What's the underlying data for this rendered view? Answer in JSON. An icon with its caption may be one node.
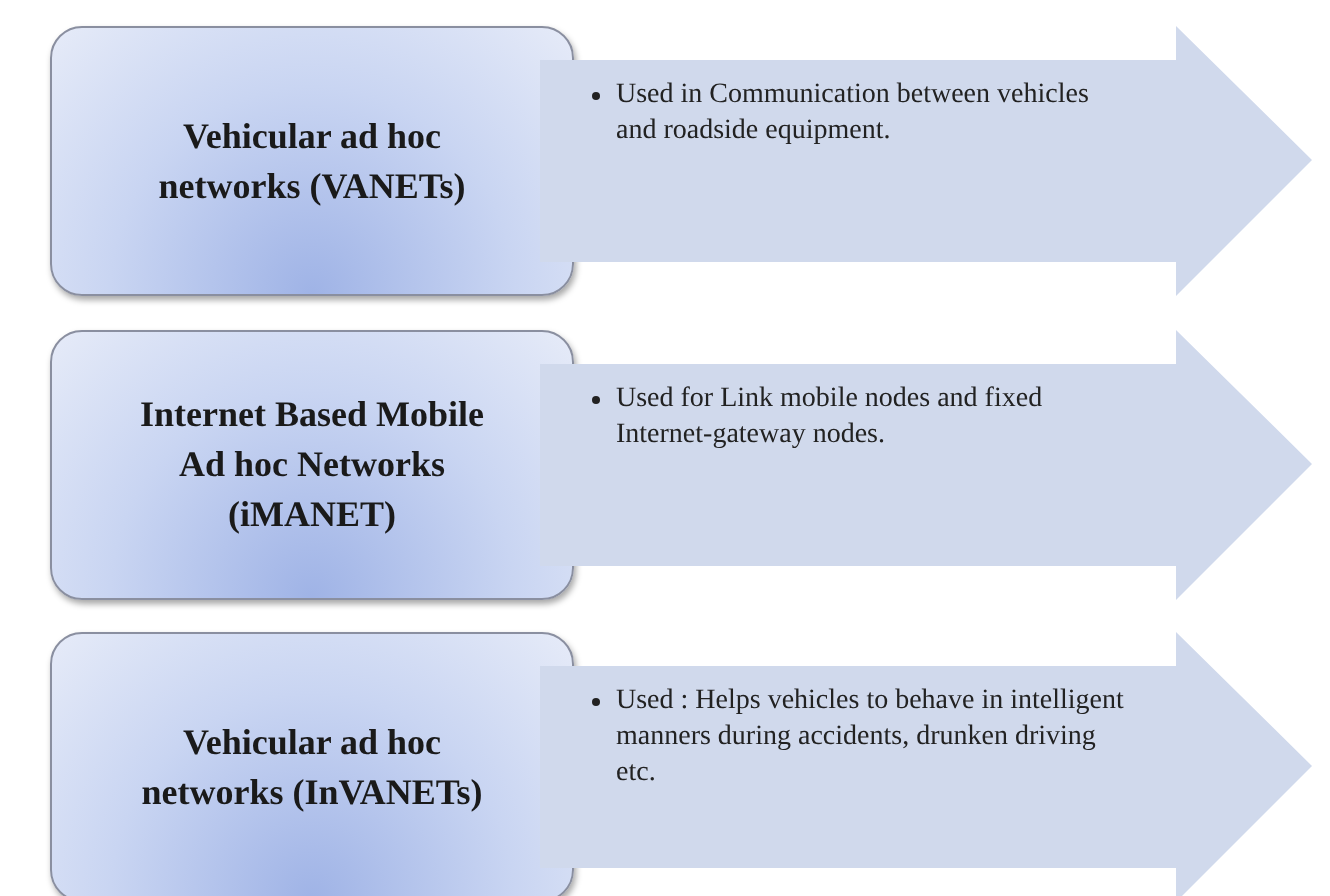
{
  "diagram": {
    "nodes": [
      {
        "text": [
          "Vehicular ad hoc networks (VANETs)"
        ]
      },
      {
        "text": [
          "Used in Communication between vehicles and roadside equipment."
        ]
      },
      {
        "text": [
          "Internet Based Mobile Ad hoc Networks (iMANET)"
        ]
      },
      {
        "text": [
          "Used for Link mobile nodes and fixed Internet-gateway nodes."
        ]
      },
      {
        "text": [
          "Vehicular ad hoc networks (InVANETs)"
        ]
      },
      {
        "text": [
          "Used : Helps vehicles to behave in intelligent manners during accidents, drunken driving etc."
        ]
      }
    ]
  }
}
